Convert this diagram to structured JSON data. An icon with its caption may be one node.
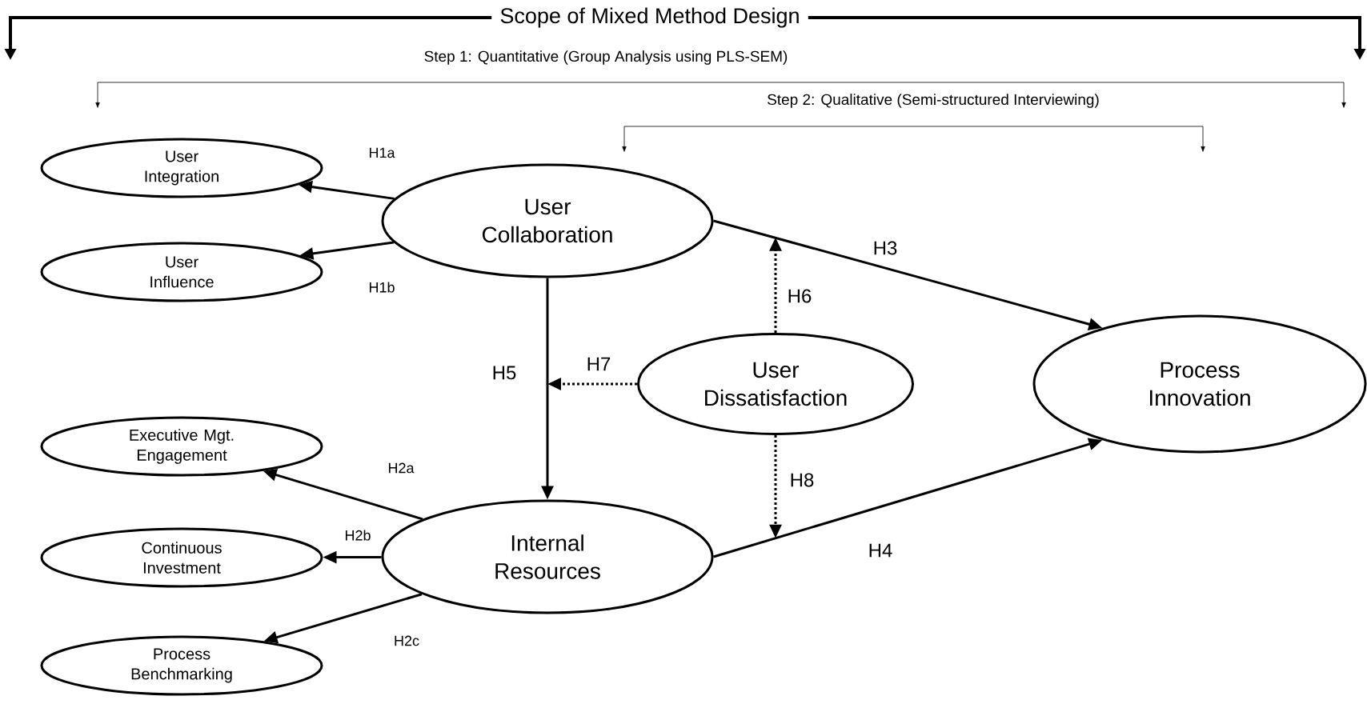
{
  "diagram": {
    "title": "Scope of Mixed Method Design",
    "nodes": [
      {
        "text": [
          "User Integration"
        ]
      },
      {
        "text": [
          "User Collaboration"
        ]
      },
      {
        "text": [
          "User Influence"
        ]
      },
      {
        "text": [
          "Process Innovation"
        ]
      },
      {
        "text": [
          "User Dissatisfaction"
        ]
      },
      {
        "text": [
          "Executive Mgt. Engagement"
        ]
      },
      {
        "text": [
          "Internal Resources"
        ]
      },
      {
        "text": [
          "Continuous Investment"
        ]
      },
      {
        "text": [
          "Process Benchmarking"
        ]
      }
    ],
    "edges": [
      {
        "from": 1,
        "to": 0,
        "arrow": "to",
        "label": "H1a"
      },
      {
        "from": 1,
        "to": 2,
        "arrow": "to",
        "label": "H1b"
      },
      {
        "from": 1,
        "to": 3,
        "arrow": "to",
        "label": "H3"
      },
      {
        "from": 1,
        "to": 6,
        "arrow": "to",
        "label": "H5"
      },
      {
        "from": 4,
        "to": null,
        "arrow": "to",
        "label": "H6",
        "style": "dashed"
      },
      {
        "from": 4,
        "to": null,
        "arrow": "to",
        "label": "H7",
        "style": "dashed"
      },
      {
        "from": 6,
        "to": 5,
        "arrow": "to",
        "label": "H2a"
      },
      {
        "from": 6,
        "to": 7,
        "arrow": "to",
        "label": "H2b"
      },
      {
        "from": 6,
        "to": 8,
        "arrow": "to",
        "label": "H2c"
      },
      {
        "from": 4,
        "to": null,
        "arrow": "to",
        "label": "H8",
        "style": "dashed"
      },
      {
        "from": 6,
        "to": 3,
        "arrow": "to",
        "label": "H4"
      }
    ],
    "labels": [
      "Step 1: Quantitative (Group Analysis using PLS-SEM)",
      "Step 2: Qualitative (Semi-structured Interviewing)"
    ]
  }
}
